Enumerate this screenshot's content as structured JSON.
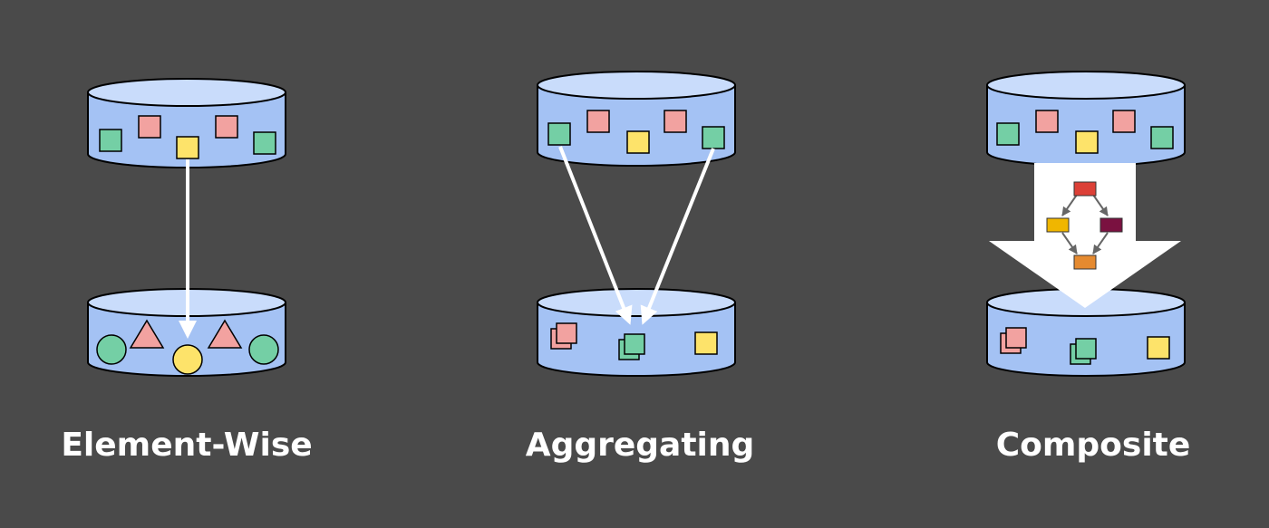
{
  "panels": [
    {
      "label": "Element-Wise"
    },
    {
      "label": "Aggregating"
    },
    {
      "label": "Composite"
    }
  ],
  "colors": {
    "background": "#4a4a4a",
    "cylinder_fill": "#a4c2f4",
    "cylinder_top": "#c9dcfb",
    "outline": "#000000",
    "green": "#74cfa5",
    "pink": "#f2a2a0",
    "yellow": "#fde36a",
    "arrow": "#ffffff",
    "graph_red": "#dc4037",
    "graph_yellow": "#f0b600",
    "graph_maroon": "#7a1140",
    "graph_orange": "#e58a30",
    "graph_edge": "#666666"
  }
}
